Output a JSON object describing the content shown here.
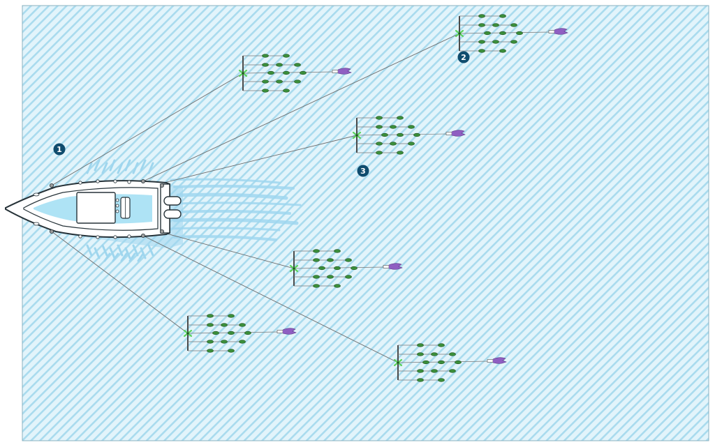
{
  "colors": {
    "water_light": "#e2f4fb",
    "water_stripe": "#a9dbee",
    "border": "#8ab0bf",
    "boat_hull": "#ffffff",
    "boat_outline": "#263238",
    "boat_deck": "#aee3f5",
    "wake": "#9fd6ee",
    "line": "#6b6b6b",
    "bar": "#4a4a4a",
    "float_fill": "#3b8f3b",
    "float_edge": "#1d4f1d",
    "swivel": "#5bd35b",
    "squid": "#8f5fc2",
    "callout": "#0f4c6e"
  },
  "icons": {
    "boat": "center-console-boat-icon",
    "spreader_bar": "spreader-bar-icon",
    "float": "float-icon",
    "squid_lure": "squid-lure-icon"
  },
  "callouts": [
    {
      "label": "1"
    },
    {
      "label": "2"
    },
    {
      "label": "3"
    }
  ]
}
